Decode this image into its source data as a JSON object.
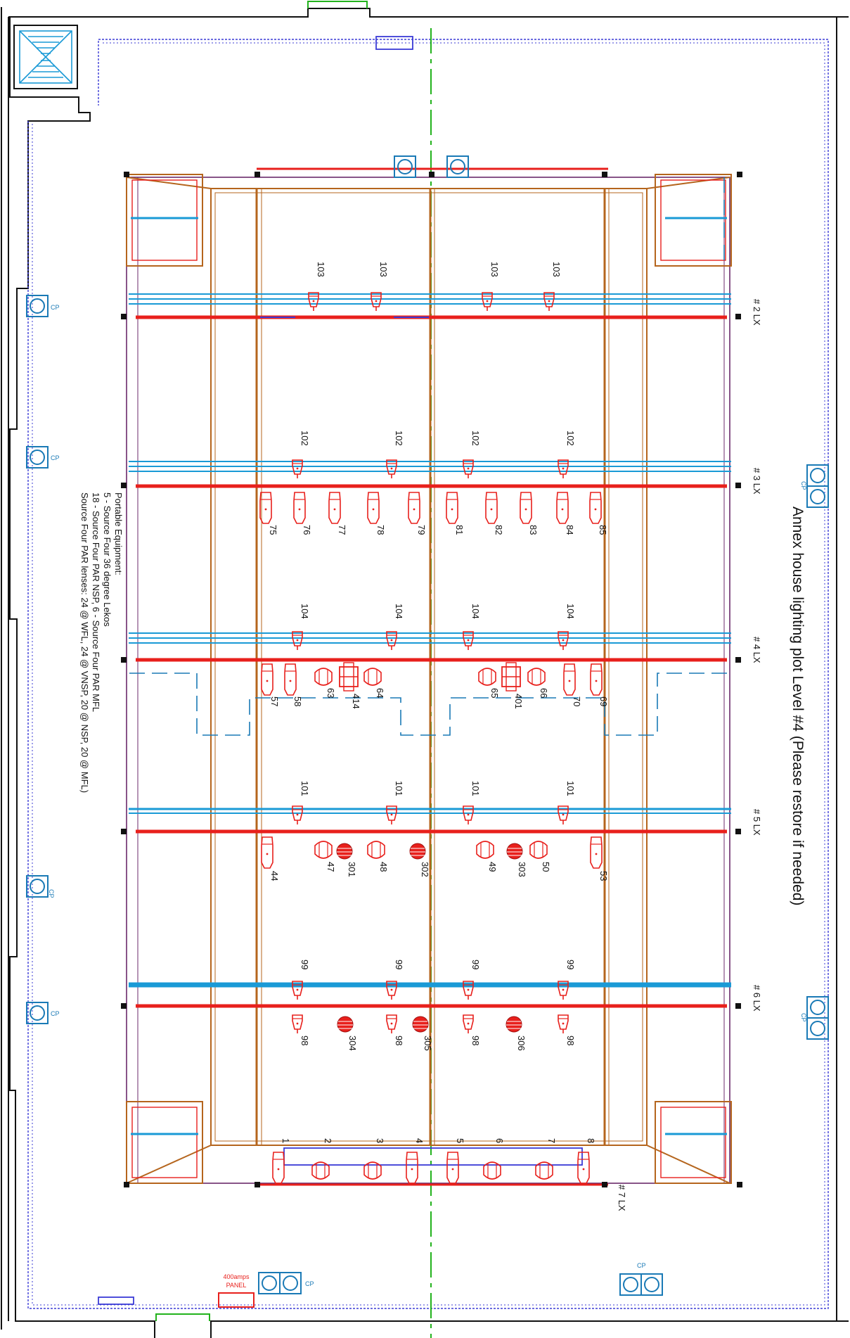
{
  "title": "Annex house lighting plot Level #4 (Please restore if needed)",
  "portable_equipment": {
    "heading": "Portable Equipment:",
    "line1": "5 - Source Four 36 degree Lekos",
    "line2": "18 - Source Four PAR NSP, 6 - Source Four PAR MFL",
    "line3": "Source Four PAR lenses: 24 @ WFL, 24 @ VNSP, 20 @ NSP, 20 @ MFL)"
  },
  "electrics": {
    "lx2": {
      "label": "# 2 LX",
      "channels": [
        "103",
        "103",
        "103",
        "103"
      ],
      "booms": []
    },
    "lx3": {
      "label": "# 3 LX",
      "channels": [
        "102",
        "102",
        "102",
        "102"
      ],
      "booms": [
        "75",
        "76",
        "77",
        "78",
        "79",
        "81",
        "82",
        "83",
        "84",
        "85"
      ]
    },
    "lx4": {
      "label": "# 4 LX",
      "channels": [
        "104",
        "104",
        "104",
        "104"
      ],
      "booms": [
        "57",
        "58",
        "63",
        "414",
        "64",
        "65",
        "401",
        "66",
        "70",
        "69"
      ]
    },
    "lx5": {
      "label": "# 5 LX",
      "channels": [
        "101",
        "101",
        "101",
        "101"
      ],
      "booms": [
        "44",
        "47",
        "301",
        "48",
        "302",
        "49",
        "303",
        "50",
        "53"
      ]
    },
    "lx6": {
      "label": "# 6 LX",
      "channels": [
        "99",
        "99",
        "99",
        "99"
      ],
      "booms": [
        "98",
        "304",
        "98",
        "305",
        "98",
        "306",
        "98"
      ]
    },
    "lx7": {
      "label": "# 7 LX",
      "channels": [
        "1",
        "2",
        "3",
        "4",
        "5",
        "6",
        "7",
        "8"
      ]
    }
  },
  "panel": {
    "line1": "400amps",
    "line2": "PANEL"
  },
  "cp_label": "CP",
  "colors": {
    "pipe_red": "#e8201c",
    "pipe_blue": "#1a9ad6",
    "truss_brown": "#b5651d",
    "centerline_green": "#22b21c",
    "wall_black": "#111111",
    "curtain_blue": "#3b3bd6",
    "frame_purple": "#6b2a6b"
  }
}
